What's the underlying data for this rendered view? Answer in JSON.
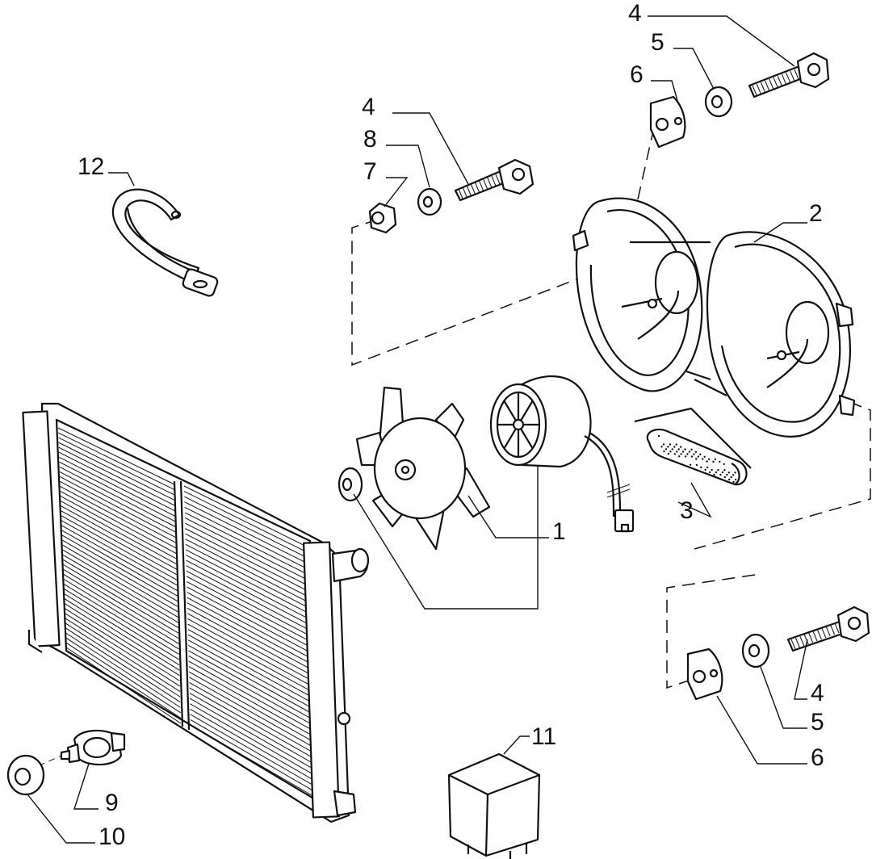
{
  "diagram": {
    "callouts": [
      {
        "id": "fan-motor",
        "label": "1"
      },
      {
        "id": "fan-shroud",
        "label": "2"
      },
      {
        "id": "foam-pad",
        "label": "3"
      },
      {
        "id": "bolt-top",
        "label": "4"
      },
      {
        "id": "bolt-mid",
        "label": "4"
      },
      {
        "id": "bolt-right",
        "label": "4"
      },
      {
        "id": "washer-top",
        "label": "5"
      },
      {
        "id": "washer-right",
        "label": "5"
      },
      {
        "id": "bracket-top",
        "label": "6"
      },
      {
        "id": "bracket-right",
        "label": "6"
      },
      {
        "id": "nut",
        "label": "7"
      },
      {
        "id": "washer-mid",
        "label": "8"
      },
      {
        "id": "thermo-switch",
        "label": "9"
      },
      {
        "id": "seal-ring",
        "label": "10"
      },
      {
        "id": "relay",
        "label": "11"
      },
      {
        "id": "clamp-strap",
        "label": "12"
      }
    ]
  }
}
